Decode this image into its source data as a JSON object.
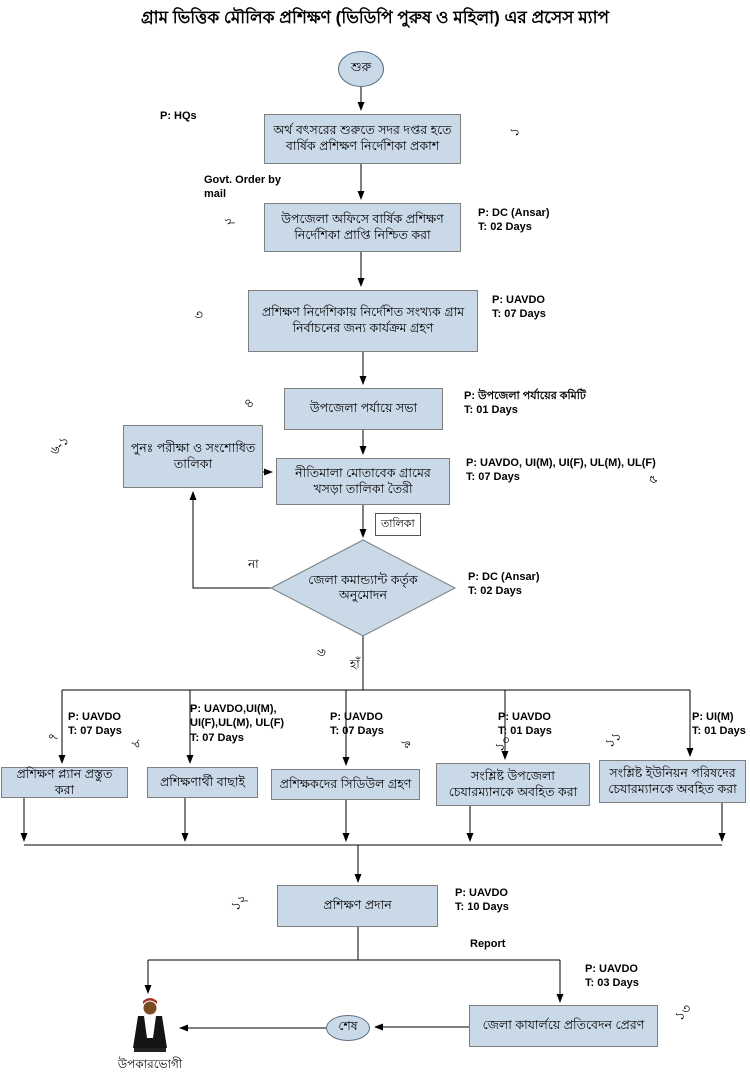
{
  "title": "গ্রাম ভিত্তিক মৌলিক প্রশিক্ষণ (ভিডিপি পুরুষ ও মহিলা) এর প্রসেস ম্যাপ",
  "colors": {
    "node_fill": "#c9d9e8",
    "node_border": "#7f7f7f",
    "connector": "#000000",
    "background": "#ffffff"
  },
  "terminators": {
    "start": "শুরু",
    "end": "শেষ"
  },
  "edge_labels": {
    "govt_order": "Govt. Order by mail",
    "list": "তালিকা",
    "no": "না",
    "yes": "হাঁ",
    "report": "Report"
  },
  "nodes": {
    "n1": {
      "text": "অর্থ বৎসরের শুরুতে সদর দপ্তর হতে বার্ষিক প্রশিক্ষণ নির্দেশিকা প্রকাশ",
      "num": "১",
      "p": "P: HQs"
    },
    "n2": {
      "text": "উপজেলা অফিসে বার্ষিক প্রশিক্ষণ নির্দেশিকা প্রাপ্তি নিশ্চিত করা",
      "num": "২",
      "p": "P: DC (Ansar)",
      "t": "T: 02 Days"
    },
    "n3": {
      "text": "প্রশিক্ষণ নির্দেশিকায় নির্দেশিত সংখ্যক গ্রাম নির্বাচনের জন্য কার্যক্রম গ্রহণ",
      "num": "৩",
      "p": "P: UAVDO",
      "t": "T: 07 Days"
    },
    "n4": {
      "text": "উপজেলা পর্যায়ে  সভা",
      "num": "৪",
      "p": "P: উপজেলা পর্যায়ের কমিটি",
      "t": "T: 01 Days"
    },
    "n5": {
      "text": "নীতিমালা মোতাবেক গ্রামের খসড়া তালিকা তৈরী",
      "num": "৫",
      "p": "P: UAVDO, UI(M), UI(F), UL(M), UL(F)",
      "t": "T: 07 Days"
    },
    "n6": {
      "text": "জেলা কমান্ড্যান্ট কর্তৃক অনুমোদন",
      "num": "৬",
      "p": "P: DC (Ansar)",
      "t": "T: 02 Days"
    },
    "n6_1": {
      "text": "পুনঃ পরীক্ষা ও সংশোধিত তালিকা",
      "num": "৬-১"
    },
    "n7": {
      "text": "প্রশিক্ষণ প্ল্যান প্রস্তুত করা",
      "num": "৭",
      "p": "P: UAVDO",
      "t": "T: 07 Days"
    },
    "n8": {
      "text": "প্রশিক্ষণার্থী বাছাই",
      "num": "৮",
      "p": "P: UAVDO,UI(M), UI(F),UL(M), UL(F)",
      "t": "T: 07 Days"
    },
    "n9": {
      "text": "প্রশিক্ষকদের সিডিউল গ্রহণ",
      "num": "৯",
      "p": "P: UAVDO",
      "t": "T: 07 Days"
    },
    "n10": {
      "text": "সংশ্লিষ্ট উপজেলা চেযারম্যানকে অবহিত করা",
      "num": "১০",
      "p": "P: UAVDO",
      "t": "T: 01 Days"
    },
    "n11": {
      "text": "সংশ্লিষ্ট ইউনিয়ন পরিষদের চেযারম্যানকে অবহিত করা",
      "num": "১১",
      "p": "P: UI(M)",
      "t": "T: 01 Days"
    },
    "n12": {
      "text": "প্রশিক্ষণ প্রদান",
      "num": "১২",
      "p": "P: UAVDO",
      "t": "T: 10 Days"
    },
    "n13": {
      "text": "জেলা কাযার্লয়ে প্রতিবেদন প্রেরণ",
      "num": "১৩",
      "p": "P: UAVDO",
      "t": "T: 03 Days"
    }
  },
  "beneficiary_label": "উপকারভোগী"
}
